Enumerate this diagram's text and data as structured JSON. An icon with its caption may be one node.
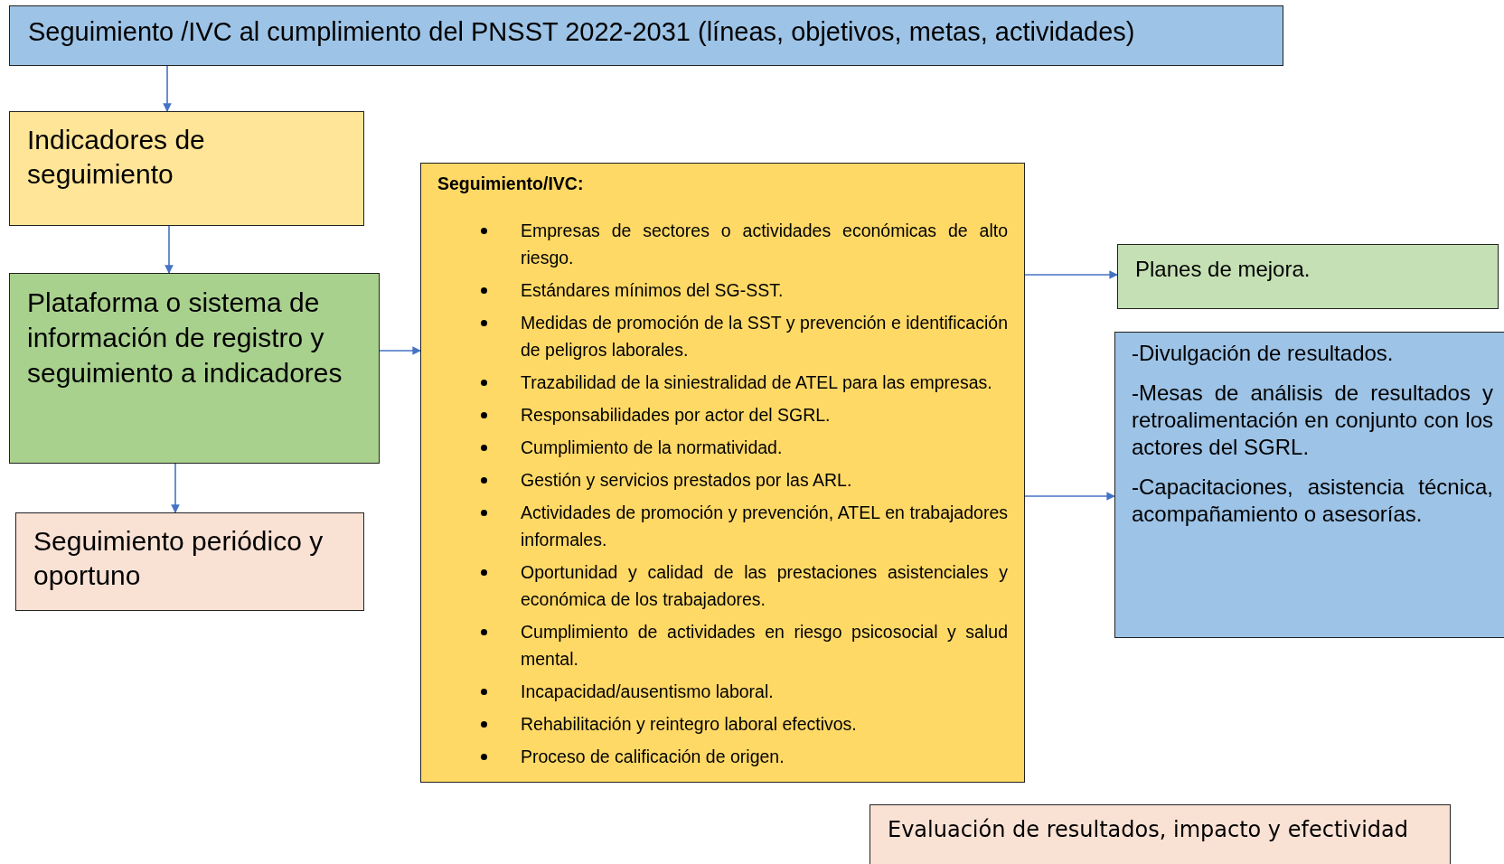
{
  "diagram": {
    "nodes": [
      {
        "text": [
          "Seguimiento /IVC al cumplimiento del PNSST 2022-2031 (líneas, objetivos, metas, actividades)"
        ]
      },
      {
        "text": [
          "Indicadores de seguimiento"
        ]
      },
      {
        "text": [
          "Plataforma o sistema de información de registro y seguimiento a indicadores"
        ]
      },
      {
        "text": [
          "Seguimiento periódico y oportuno"
        ]
      },
      {
        "text": [
          "Seguimiento/IVC:",
          "Empresas de sectores o actividades económicas de alto riesgo.",
          "Estándares mínimos del SG-SST.",
          "Medidas de promoción de la SST y prevención e identificación de peligros laborales.",
          "Trazabilidad de la siniestralidad de ATEL para las empresas.",
          "Responsabilidades por actor del SGRL.",
          "Cumplimiento de la normatividad.",
          "Gestión y servicios prestados por las ARL.",
          "Actividades de promoción y prevención, ATEL en trabajadores informales.",
          "Oportunidad y calidad de las prestaciones asistenciales y económica de los trabajadores.",
          "Cumplimiento de actividades en riesgo psicosocial y salud mental.",
          "Incapacidad/ausentismo laboral.",
          "Rehabilitación y reintegro laboral efectivos.",
          "Proceso de calificación de origen."
        ]
      },
      {
        "text": [
          "Planes de mejora."
        ]
      },
      {
        "text": [
          "-Divulgación de resultados.",
          "-Mesas de análisis de resultados y retroalimentación en conjunto con los actores del SGRL.",
          "-Capacitaciones, asistencia técnica, acompañamiento o asesorías."
        ]
      },
      {
        "text": [
          "Evaluación de resultados, impacto y efectividad"
        ]
      }
    ],
    "edges": [
      {
        "from": 0,
        "to": 1,
        "arrow": "to"
      },
      {
        "from": 1,
        "to": 2,
        "arrow": "to"
      },
      {
        "from": 2,
        "to": 3,
        "arrow": "to"
      },
      {
        "from": 2,
        "to": 4,
        "arrow": "to"
      },
      {
        "from": 4,
        "to": 5,
        "arrow": "to"
      },
      {
        "from": 4,
        "to": 6,
        "arrow": "to"
      }
    ]
  }
}
